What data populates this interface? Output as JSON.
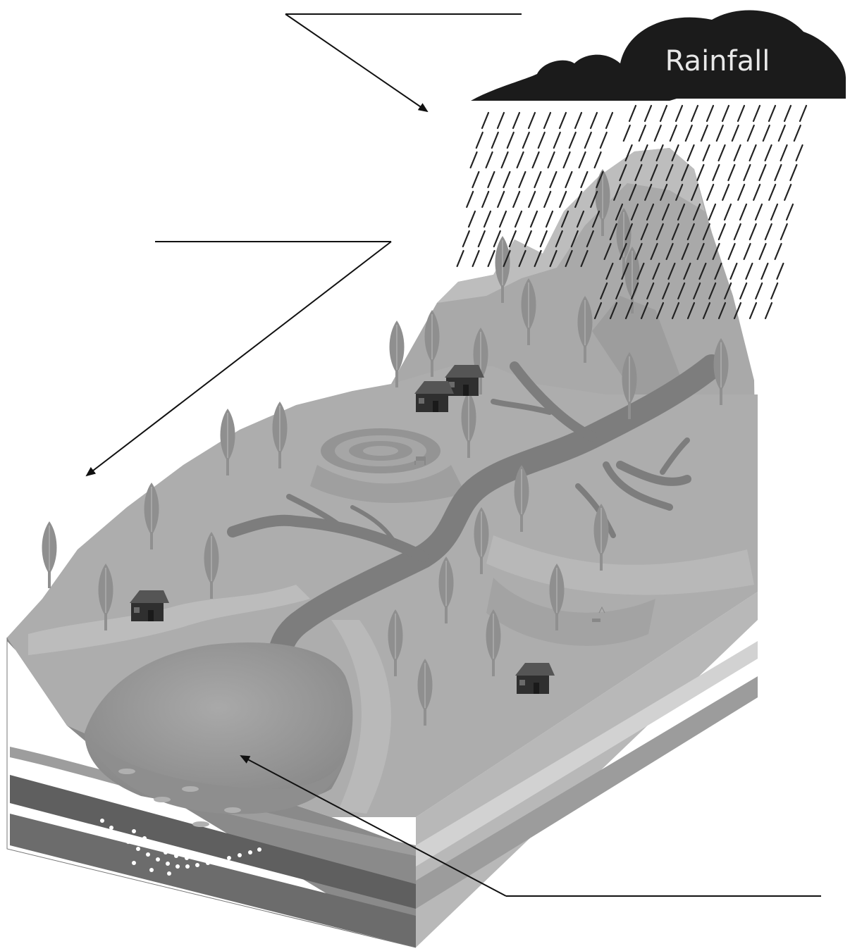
{
  "diagram": {
    "cloud_label": "Rainfall",
    "label_blanks": [
      {
        "name": "top-label-blank",
        "text": ""
      },
      {
        "name": "middle-label-blank",
        "text": ""
      },
      {
        "name": "bottom-label-blank",
        "text": ""
      }
    ],
    "colors": {
      "cloud": "#1b1b1b",
      "cloud_text": "#e8e8e8",
      "land_top": "#adadad",
      "land_top_light": "#bcbcbc",
      "mountain": "#a8a8a8",
      "mountain_light": "#bdbdbd",
      "river": "#7e7e7e",
      "lake": "#9a9a9a",
      "front_face": "#8c8c8c",
      "right_face": "#b3b3b3",
      "strata_dark": "#5a5a5a",
      "strata_light": "#c8c8c8",
      "tree": "#8f8f8f",
      "house": "#3a3a3a",
      "arrow": "#111111"
    }
  }
}
